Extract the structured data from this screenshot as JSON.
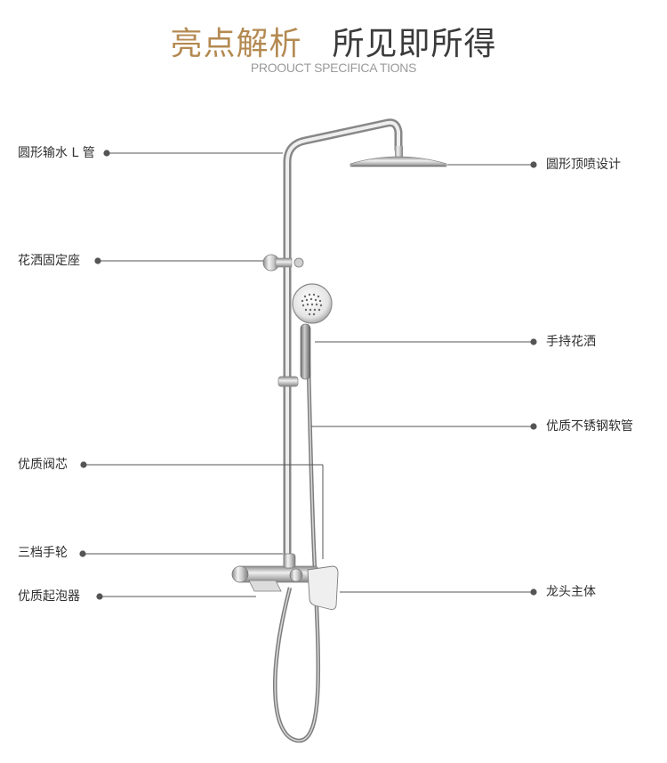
{
  "header": {
    "title_left": "亮点解析",
    "title_right": "所见即所得",
    "subtitle": "PROOUCT SPECIFICA TIONS"
  },
  "callouts": {
    "l_pipe": "圆形输水 L 管",
    "top_shower": "圆形顶喷设计",
    "holder": "花洒固定座",
    "hand_shower": "手持花洒",
    "hose": "优质不锈钢软管",
    "valve_core": "优质阀芯",
    "three_gear_wheel": "三档手轮",
    "aerator": "优质起泡器",
    "faucet_body": "龙头主体"
  },
  "colors": {
    "title_accent": "#b48a52",
    "title_dark": "#3b3b3b",
    "leader_line": "#555555",
    "steel_light": "#e6e6e6",
    "steel_dark": "#8c8c8c"
  }
}
